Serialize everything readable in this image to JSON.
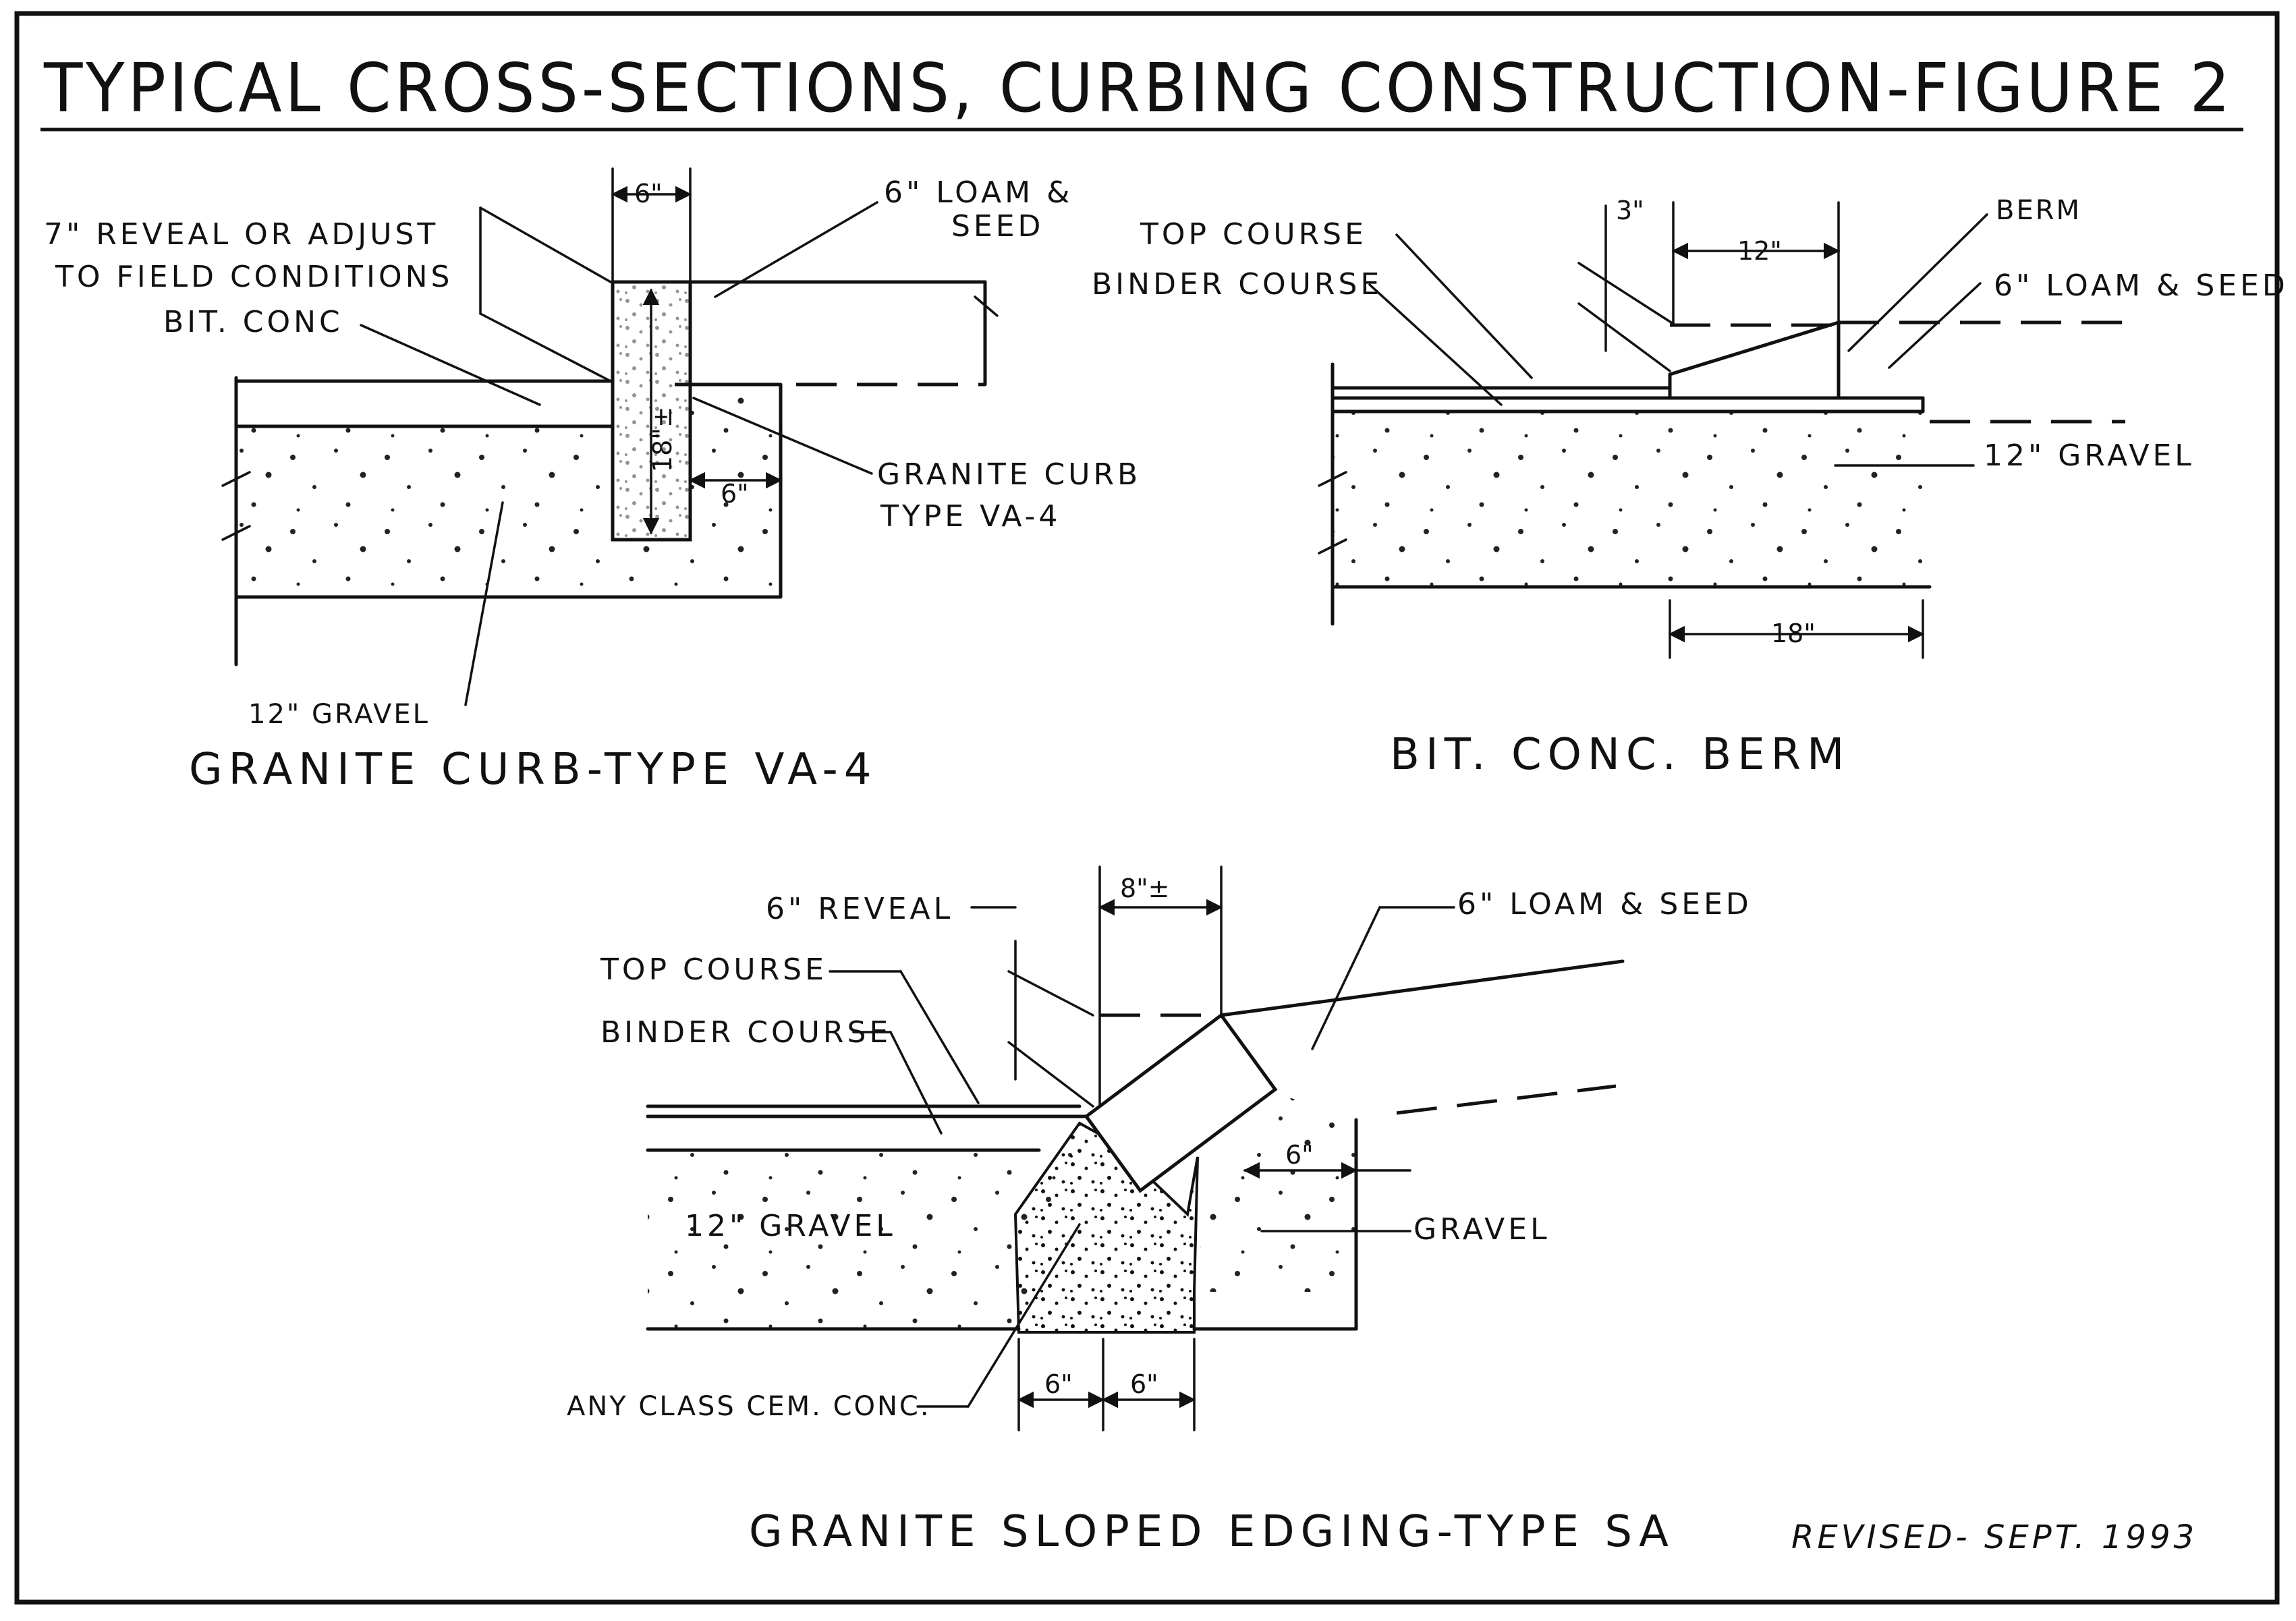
{
  "title": "TYPICAL CROSS-SECTIONS, CURBING CONSTRUCTION-FIGURE 2",
  "revised": "REVISED- SEPT. 1993",
  "curb": {
    "caption": "GRANITE CURB-TYPE VA-4",
    "reveal_line1": "7\" REVEAL OR ADJUST",
    "reveal_line2": "TO FIELD CONDITIONS",
    "bit_conc": "BIT. CONC",
    "loam_line1": "6\" LOAM &",
    "loam_line2": "SEED",
    "curb_line1": "GRANITE CURB",
    "curb_line2": "TYPE VA-4",
    "gravel": "12\" GRAVEL",
    "dim_width": "6\"",
    "dim_height": "18\"±",
    "dim_side": "6\""
  },
  "berm": {
    "caption": "BIT. CONC. BERM",
    "top_course": "TOP COURSE",
    "binder_course": "BINDER COURSE",
    "berm_label": "BERM",
    "loam": "6\" LOAM & SEED",
    "gravel": "12\" GRAVEL",
    "dim_3": "3\"",
    "dim_12": "12\"",
    "dim_18": "18\""
  },
  "edging": {
    "caption": "GRANITE SLOPED EDGING-TYPE SA",
    "reveal": "6\" REVEAL",
    "top_course": "TOP COURSE",
    "binder_course": "BINDER COURSE",
    "loam": "6\" LOAM & SEED",
    "gravel_left": "12\" GRAVEL",
    "gravel_right": "GRAVEL",
    "concrete": "ANY CLASS CEM. CONC.",
    "dim_top": "8\"±",
    "dim_right": "6\"",
    "dim_bottom_left": "6\"",
    "dim_bottom_right": "6\""
  }
}
